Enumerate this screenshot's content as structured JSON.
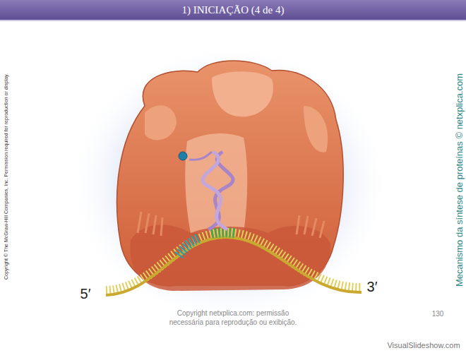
{
  "diagram": {
    "title": "1) INICIAÇÃO (4 de 4)",
    "labels": [
      "5′",
      "3′",
      "Copyright © The McGraw-Hill Companies, Inc. Permission required for reproduction or display.",
      "Mecanismo da síntese de proteínas © netxplica.com",
      "Copyright netxplica.com: permissão necessária para reprodução ou exibição.",
      "130",
      "VisualSlideshow.com"
    ]
  }
}
